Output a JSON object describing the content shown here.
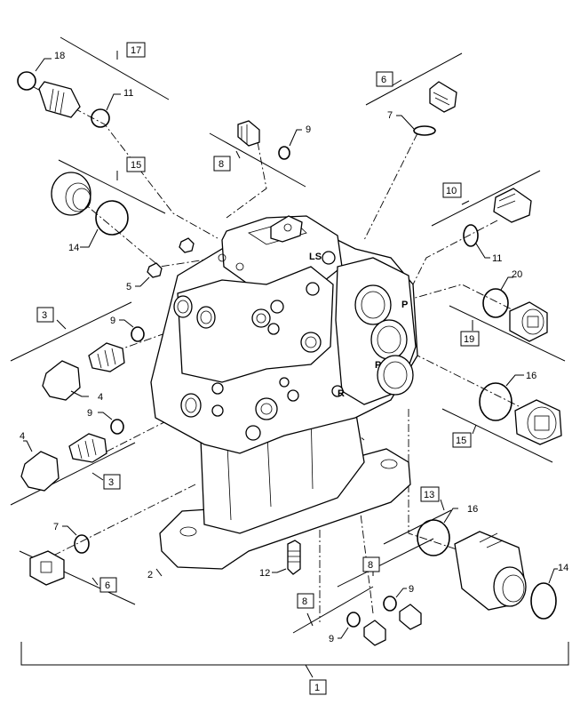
{
  "callouts": {
    "c1": "1",
    "c2": "2",
    "c3a": "3",
    "c3b": "3",
    "c4a": "4",
    "c4b": "4",
    "c5": "5",
    "c6a": "6",
    "c6b": "6",
    "c7a": "7",
    "c7b": "7",
    "c8a": "8",
    "c8b": "8",
    "c8c": "8",
    "c9a": "9",
    "c9b": "9",
    "c9c": "9",
    "c9d": "9",
    "c9e": "9",
    "c10": "10",
    "c11a": "11",
    "c11b": "11",
    "c12": "12",
    "c13": "13",
    "c14a": "14",
    "c14b": "14",
    "c15a": "15",
    "c15b": "15",
    "c16a": "16",
    "c16b": "16",
    "c17": "17",
    "c18": "18",
    "c19": "19",
    "c20": "20"
  },
  "port_marks": {
    "ls": "LS",
    "p1": "P",
    "p2": "P",
    "r": "R"
  }
}
